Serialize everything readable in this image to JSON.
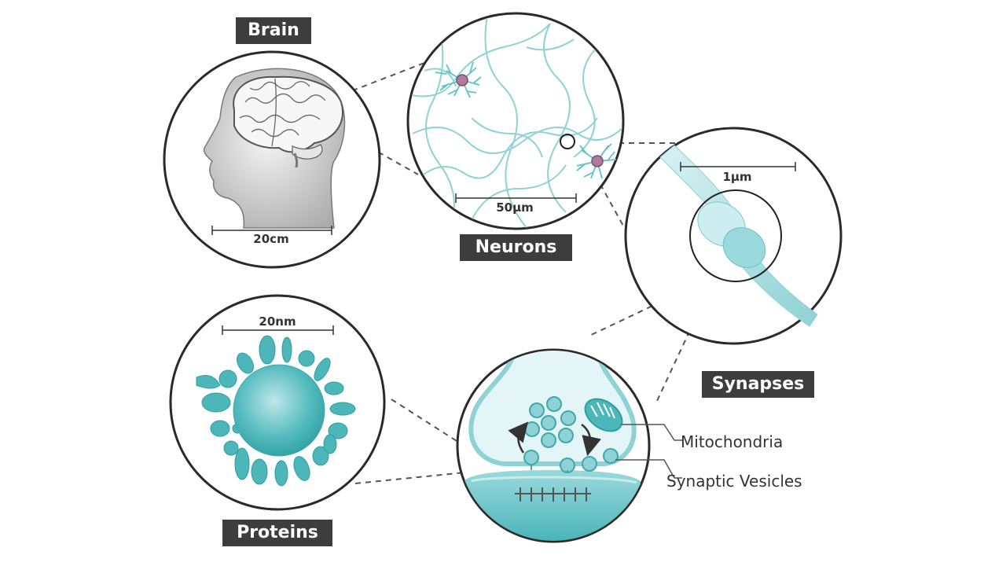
{
  "labels": {
    "brain": "Brain",
    "neurons": "Neurons",
    "synapses": "Synapses",
    "proteins": "Proteins"
  },
  "scales": {
    "brain": "20cm",
    "neurons": "50µm",
    "synapse": "1µm",
    "protein": "20nm"
  },
  "callouts": {
    "mitochondria": "Mitochondria",
    "vesicles": "Synaptic Vesicles"
  },
  "colors": {
    "teal": "#4db6b9",
    "teal_light": "#bfe7e9",
    "teal_dark": "#2e9ea1",
    "neuron_line": "#8dd3d6",
    "soma": "#b07a9c",
    "label_bg": "#3d3d3d",
    "outline": "#2a2a2a"
  },
  "icons": {
    "head": "human-head-with-brain",
    "neuron": "neuron-network",
    "synapse": "synapse-dendrite",
    "protein": "protein-complex",
    "terminal": "synaptic-terminal"
  }
}
